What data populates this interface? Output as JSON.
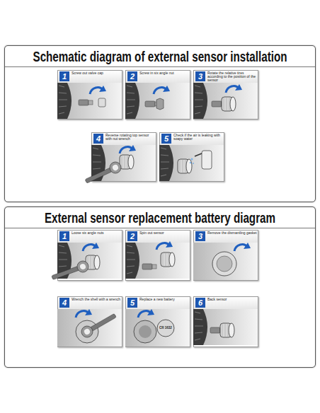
{
  "diagram": {
    "nodes": [
      {
        "text": [
          "Schematic diagram of external sensor installation"
        ]
      },
      {
        "text": [
          "1",
          "Screw out valve cap"
        ],
        "in": 0
      },
      {
        "text": [
          "2",
          "Screw in six angle nut"
        ],
        "in": 0
      },
      {
        "text": [
          "3",
          "Rotate the relative tires according to the position of the sensor"
        ],
        "in": 0
      },
      {
        "text": [
          "4",
          "Reverse rotating top sensor with nut wrench"
        ],
        "in": 0
      },
      {
        "text": [
          "5",
          "Check if the air is leaking with soapy water"
        ],
        "in": 0
      },
      {
        "text": [
          "External sensor replacement battery diagram"
        ]
      },
      {
        "text": [
          "1",
          "Loose six angle nuts"
        ],
        "in": 6
      },
      {
        "text": [
          "2",
          "Spin out sensor"
        ],
        "in": 6
      },
      {
        "text": [
          "3",
          "Remove the dismantling gasket"
        ],
        "in": 6
      },
      {
        "text": [
          "4",
          "Wrench the shell with a wrench"
        ],
        "in": 6
      },
      {
        "text": [
          "5",
          "Replace a new battery"
        ],
        "in": 6
      },
      {
        "text": [
          "6",
          "Back sensor"
        ],
        "in": 6
      }
    ],
    "labels": [
      "CR 1632"
    ]
  }
}
